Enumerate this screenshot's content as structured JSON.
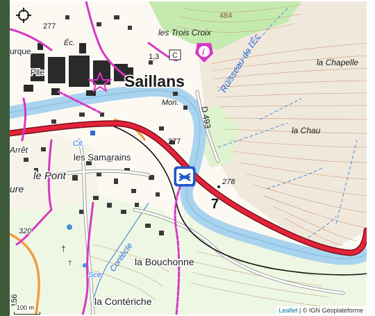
{
  "map": {
    "place_labels": {
      "saillans": "Saillans",
      "trois_croix": "les Trois Croix",
      "chapelle": "la Chapelle",
      "chau": "la Chau",
      "samarains": "les Samarains",
      "pont": "le Pont",
      "bouchonne": "la Bouchonne",
      "conteriche": "la Contériche",
      "arret": "Arrêt",
      "ure": "ure",
      "urque": "urque",
      "plle": "Plle",
      "mon": "Mon.",
      "ec": "Éc.",
      "cit": "Cit.",
      "sce": "Sce"
    },
    "water_labels": {
      "ruisseau": "Ruisseau de l'Éc",
      "contecle": "Contècle"
    },
    "road_labels": {
      "d493": "D 493"
    },
    "elevations": {
      "e484": "484",
      "e277a": "277",
      "e277b": "277",
      "e278": "278",
      "e320": "320",
      "e156": "156",
      "e13": "1,3"
    },
    "markers": {
      "c_box": "C",
      "info_i": "i"
    },
    "colors": {
      "river": "#a9d3ee",
      "highway": "#e4233a",
      "trail": "#d637c4",
      "road": "#f39a3c",
      "forest": "#c5eab0",
      "contour": "#c38b5f",
      "town": "#2a2a2a"
    }
  },
  "controls": {
    "scale_label": "100 m",
    "attribution_leaflet": "Leaflet",
    "attribution_rest": "| © IGN Géoplateforme"
  }
}
